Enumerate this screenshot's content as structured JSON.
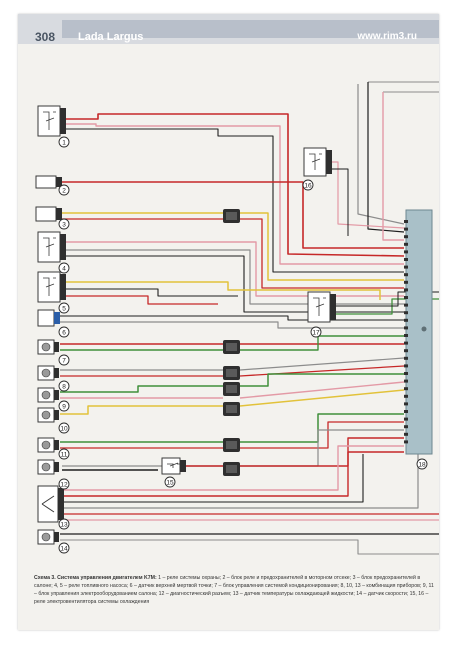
{
  "header": {
    "page_number": "308",
    "book_title": "Lada Largus",
    "website": "www.rim3.ru"
  },
  "components": [
    {
      "label": "1"
    },
    {
      "label": "2"
    },
    {
      "label": "3"
    },
    {
      "label": "4"
    },
    {
      "label": "5"
    },
    {
      "label": "6"
    },
    {
      "label": "7"
    },
    {
      "label": "8"
    },
    {
      "label": "9"
    },
    {
      "label": "10"
    },
    {
      "label": "11"
    },
    {
      "label": "12"
    },
    {
      "label": "13"
    },
    {
      "label": "14"
    },
    {
      "label": "15"
    },
    {
      "label": "16"
    },
    {
      "label": "17"
    },
    {
      "label": "18"
    }
  ],
  "caption": {
    "lead": "Схема 3. Система управления двигателем K7M:",
    "body": "1 – реле системы охраны; 2 – блок реле и предохранителей в моторном отсеке; 3 – блок предохранителей в салоне; 4, 5 – реле топливного насоса; 6 – датчик верхней мертвой точки; 7 – блок управления системой кондиционирования; 8, 10, 13 – комбинация приборов; 9, 11 – блок управления электрообо­рудованием салона; 12 – диагностический разъем; 13 – датчик температуры охлаждающей жидкости; 14 – датчик скорости; 15, 16 – реле электровентилятора системы охлаждения"
  },
  "colors": {
    "red": "#c62828",
    "pink": "#e39aa6",
    "yellow": "#e2c23a",
    "green": "#3f8f3a",
    "blue": "#2b5ea8",
    "gray": "#8c8c8c",
    "black": "#1e1e1e",
    "brown": "#7a4a2a",
    "connector": "#a9c0c8"
  }
}
